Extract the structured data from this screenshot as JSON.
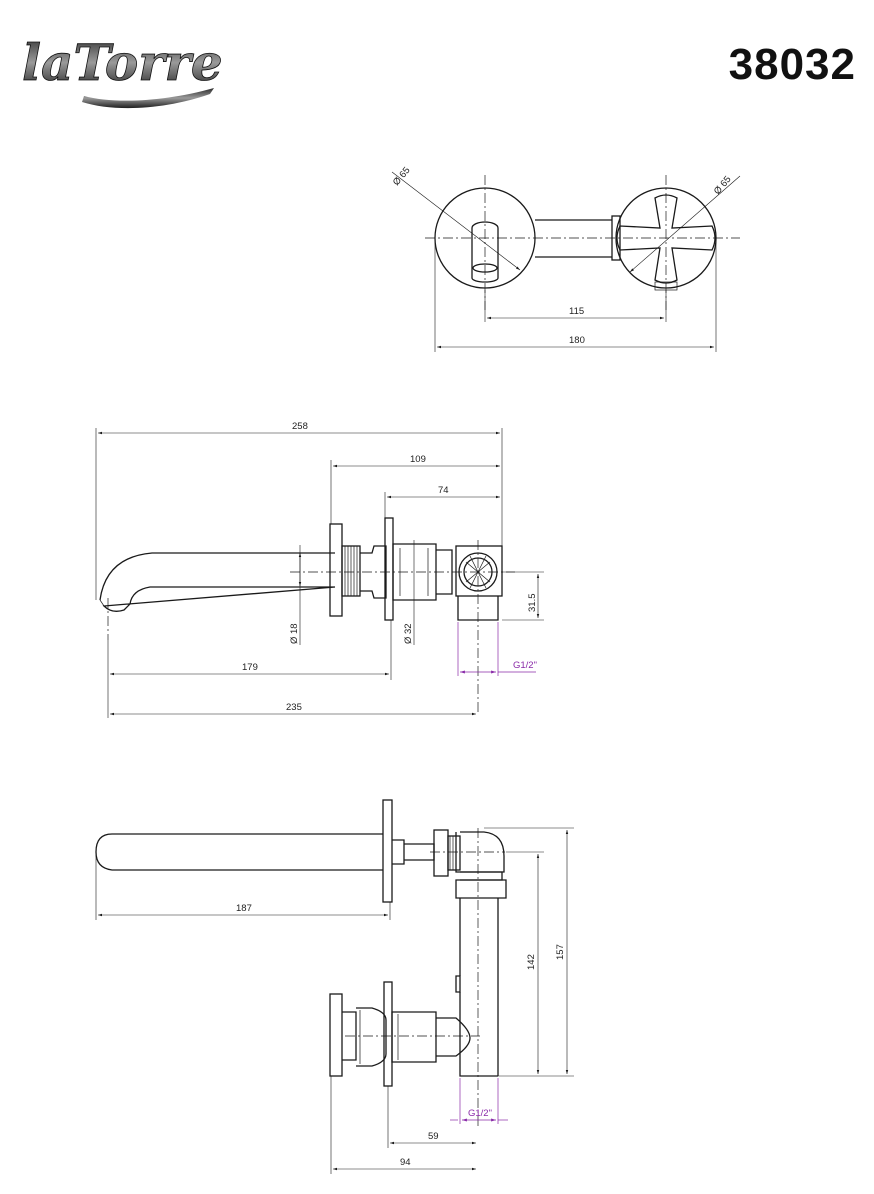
{
  "header": {
    "brand": "laTorre",
    "model_code": "38032"
  },
  "top_view": {
    "dim_115": "115",
    "dim_180": "180",
    "dim_d65_left": "Ø 65",
    "dim_d65_right": "Ø 65"
  },
  "side_view": {
    "dim_258": "258",
    "dim_109": "109",
    "dim_74": "74",
    "dim_315": "31.5",
    "dim_d18": "Ø 18",
    "dim_d32": "Ø 32",
    "dim_g12": "G1/2\"",
    "dim_179": "179",
    "dim_235": "235"
  },
  "plan_view": {
    "dim_187": "187",
    "dim_142": "142",
    "dim_157": "157",
    "dim_g12": "G1/2\"",
    "dim_59": "59",
    "dim_94": "94"
  }
}
